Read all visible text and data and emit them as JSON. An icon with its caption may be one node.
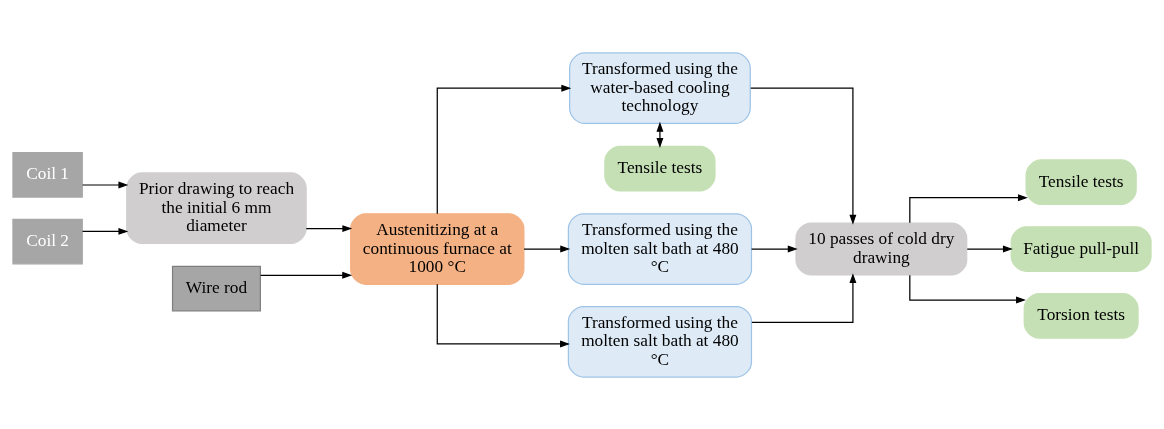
{
  "diagram": {
    "nodes": [
      {
        "text": [
          "Coil 1"
        ]
      },
      {
        "text": [
          "Coil 2"
        ]
      },
      {
        "text": [
          "Prior drawing to reach the initial 6 mm diameter"
        ]
      },
      {
        "text": [
          "Wire rod"
        ]
      },
      {
        "text": [
          "Austenitizing at a continuous furnace at 1000 °C"
        ]
      },
      {
        "text": [
          "Tensile tests"
        ]
      },
      {
        "text": [
          "Transformed using the water-based cooling technology"
        ]
      },
      {
        "text": [
          "Transformed using the molten salt bath at 480 °C"
        ]
      },
      {
        "text": [
          "Transformed using the molten salt bath at 480 °C"
        ]
      },
      {
        "text": [
          "10 passes of cold dry drawing"
        ]
      },
      {
        "text": [
          "Tensile tests"
        ]
      },
      {
        "text": [
          "Fatigue pull-pull"
        ]
      },
      {
        "text": [
          "Torsion tests"
        ]
      }
    ],
    "edges": [
      {
        "from": 0,
        "to": 2,
        "arrow": "to"
      },
      {
        "from": 1,
        "to": 2,
        "arrow": "to"
      },
      {
        "from": 2,
        "to": 4,
        "arrow": "to"
      },
      {
        "from": 3,
        "to": 4,
        "arrow": "to"
      },
      {
        "from": 4,
        "to": 6,
        "arrow": "to"
      },
      {
        "from": 4,
        "to": 7,
        "arrow": "to"
      },
      {
        "from": 4,
        "to": 8,
        "arrow": "to"
      },
      {
        "from": 6,
        "to": 5,
        "arrow": "both"
      },
      {
        "from": 6,
        "to": 9,
        "arrow": "to"
      },
      {
        "from": 7,
        "to": 9,
        "arrow": "to"
      },
      {
        "from": 8,
        "to": 9,
        "arrow": "to"
      },
      {
        "from": 9,
        "to": 10,
        "arrow": "to"
      },
      {
        "from": 9,
        "to": 11,
        "arrow": "to"
      },
      {
        "from": 9,
        "to": 12,
        "arrow": "to"
      }
    ]
  }
}
